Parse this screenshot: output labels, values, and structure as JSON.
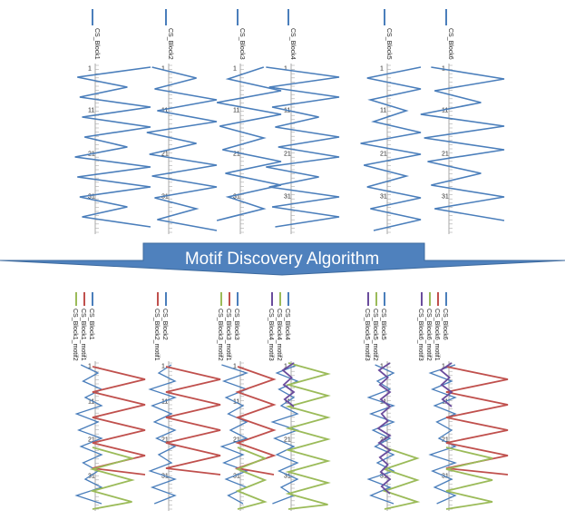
{
  "banner": {
    "label": "Motif Discovery Algorithm"
  },
  "ticks": [
    "1",
    "11",
    "21",
    "31"
  ],
  "colors": {
    "cs": "#4a7ebb",
    "motif1": "#c0504d",
    "motif2": "#9bbb59",
    "motif3": "#6a4c9c",
    "axis": "#aaaaaa",
    "banner": "#4f81bd"
  },
  "top_panels": [
    {
      "legend": "CS_Block1"
    },
    {
      "legend": "CS_Block2"
    },
    {
      "legend": "CS_Block3"
    },
    {
      "legend": "CS_Block4"
    },
    {
      "legend": "CS_Block5"
    },
    {
      "legend": "CS_Block6"
    }
  ],
  "bottom_panels": [
    {
      "legends": [
        {
          "label": "CS_Block1_motif2",
          "color": "motif2"
        },
        {
          "label": "CS_Block1_motif1",
          "color": "motif1"
        },
        {
          "label": "CS_Block1",
          "color": "cs"
        }
      ]
    },
    {
      "legends": [
        {
          "label": "CS_Block2_motif1",
          "color": "motif1"
        },
        {
          "label": "CS_Block2",
          "color": "cs"
        }
      ]
    },
    {
      "legends": [
        {
          "label": "CS_Block3_motif2",
          "color": "motif2"
        },
        {
          "label": "CS_Block3_motif1",
          "color": "motif1"
        },
        {
          "label": "CS_Block3",
          "color": "cs"
        }
      ]
    },
    {
      "legends": [
        {
          "label": "CS_Block4_motif3",
          "color": "motif3"
        },
        {
          "label": "CS_Block4_motif2",
          "color": "motif2"
        },
        {
          "label": "CS_Block4",
          "color": "cs"
        }
      ]
    },
    {
      "legends": [
        {
          "label": "CS_Block5_motif3",
          "color": "motif3"
        },
        {
          "label": "CS_Block5_motif2",
          "color": "motif2"
        },
        {
          "label": "CS_Block5",
          "color": "cs"
        }
      ]
    },
    {
      "legends": [
        {
          "label": "CS_Block6_motif3",
          "color": "motif3"
        },
        {
          "label": "CS_Block6_motif2",
          "color": "motif2"
        },
        {
          "label": "CS_Block6_motif1",
          "color": "motif1"
        },
        {
          "label": "CS_Block6",
          "color": "cs"
        }
      ]
    }
  ]
}
